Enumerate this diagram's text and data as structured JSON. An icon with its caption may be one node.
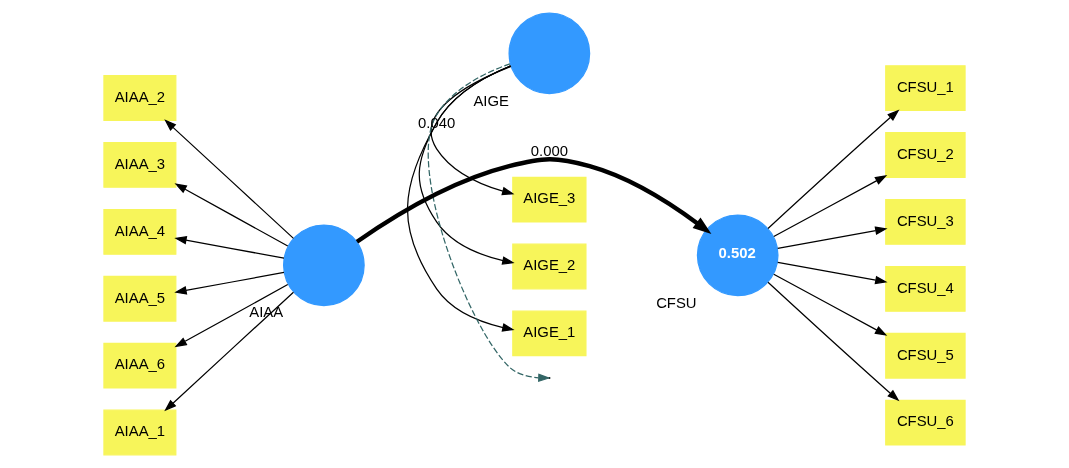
{
  "diagram": {
    "nodes": [
      {
        "text": [
          "AIGE_1"
        ]
      },
      {
        "text": [
          "AIGE_2"
        ]
      },
      {
        "text": [
          "AIGE_3"
        ]
      },
      {
        "text": [
          "AIGE"
        ]
      },
      {
        "text": [
          "AIAA_2"
        ]
      },
      {
        "text": [
          "AIAA_3"
        ]
      },
      {
        "text": [
          "AIAA_4"
        ]
      },
      {
        "text": [
          "AIAA_5"
        ]
      },
      {
        "text": [
          "AIAA_6"
        ]
      },
      {
        "text": [
          "AIAA_1"
        ]
      },
      {
        "text": [
          "AIAA"
        ]
      },
      {
        "text": [
          "0.502",
          "CFSU"
        ]
      },
      {
        "text": [
          "CFSU_1"
        ]
      },
      {
        "text": [
          "CFSU_2"
        ]
      },
      {
        "text": [
          "CFSU_3"
        ]
      },
      {
        "text": [
          "CFSU_4"
        ]
      },
      {
        "text": [
          "CFSU_5"
        ]
      },
      {
        "text": [
          "CFSU_6"
        ]
      }
    ],
    "edges": [
      {
        "from": 3,
        "to": 0,
        "arrow": "to"
      },
      {
        "from": 3,
        "to": 1,
        "arrow": "to"
      },
      {
        "from": 3,
        "to": 2,
        "arrow": "to"
      },
      {
        "from": 10,
        "to": 4,
        "arrow": "to"
      },
      {
        "from": 10,
        "to": 5,
        "arrow": "to"
      },
      {
        "from": 10,
        "to": 6,
        "arrow": "to"
      },
      {
        "from": 10,
        "to": 7,
        "arrow": "to"
      },
      {
        "from": 10,
        "to": 8,
        "arrow": "to"
      },
      {
        "from": 10,
        "to": 9,
        "arrow": "to"
      },
      {
        "from": 10,
        "to": 11,
        "arrow": "to",
        "label": "0.000",
        "style": "thick"
      },
      {
        "from": 3,
        "to": null,
        "arrow": "to",
        "label": "0.040",
        "style": "dashed",
        "color": "#336666"
      },
      {
        "from": 11,
        "to": 12,
        "arrow": "to"
      },
      {
        "from": 11,
        "to": 13,
        "arrow": "to"
      },
      {
        "from": 11,
        "to": 14,
        "arrow": "to"
      },
      {
        "from": 11,
        "to": 15,
        "arrow": "to"
      },
      {
        "from": 11,
        "to": 16,
        "arrow": "to"
      },
      {
        "from": 11,
        "to": 17,
        "arrow": "to"
      }
    ]
  }
}
